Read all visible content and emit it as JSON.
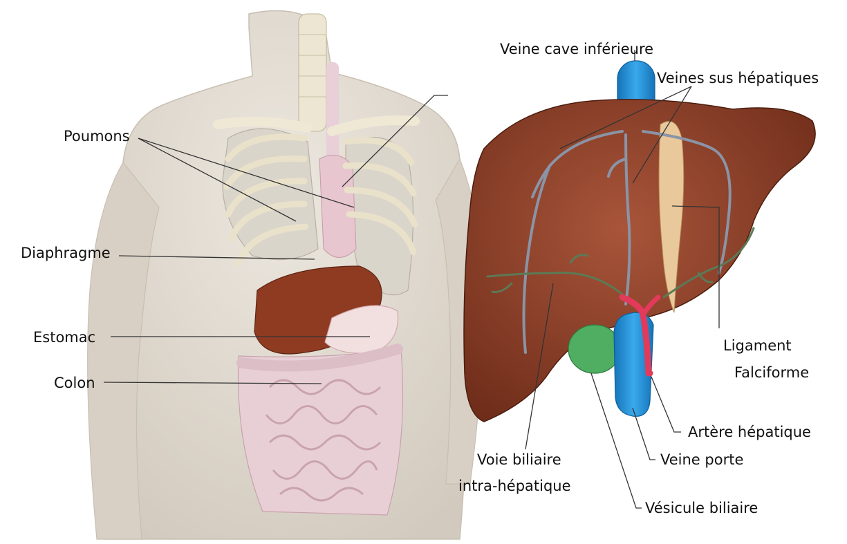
{
  "diagram": {
    "body_labels": {
      "lungs": "Poumons",
      "diaphragm": "Diaphragme",
      "stomach": "Estomac",
      "colon": "Colon"
    },
    "liver_labels": {
      "inferior_vena_cava": "Veine cave inférieure",
      "hepatic_veins": "Veines sus hépatiques",
      "falciform_ligament_line1": "Ligament",
      "falciform_ligament_line2": "Falciforme",
      "hepatic_artery": "Artère hépatique",
      "portal_vein": "Veine porte",
      "bile_duct_line1": "Voie biliaire",
      "bile_duct_line2": "intra-hépatique",
      "gallbladder": "Vésicule biliaire"
    },
    "colors": {
      "skin": "#e3ddd4",
      "skin_shadow": "#cfc7bb",
      "bone": "#efe9d6",
      "lung": "#d9d5cc",
      "liver": "#8a3a22",
      "liver_highlight": "#a8553a",
      "stomach": "#f1dede",
      "intestine": "#e6cdd4",
      "vena_cava": "#1f8fd6",
      "hepatic_artery": "#e23a5a",
      "gallbladder": "#4fae62",
      "ligament": "#e8c79a",
      "bile_duct": "#5b7a56",
      "vein_gray": "#8a94a6"
    }
  }
}
